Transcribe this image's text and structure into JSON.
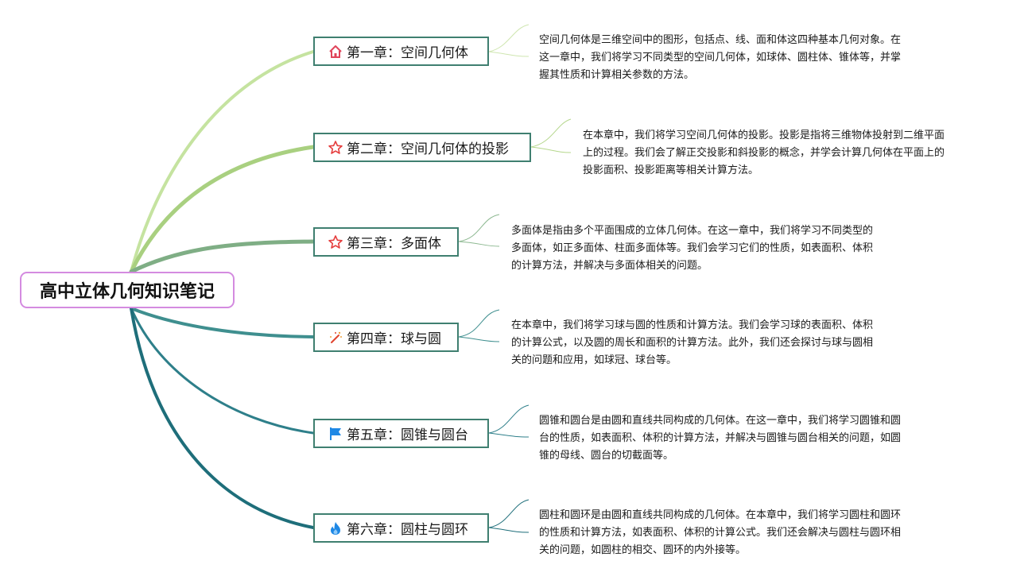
{
  "root": {
    "title": "高中立体几何知识笔记"
  },
  "chapters": [
    {
      "title": "第一章：空间几何体",
      "icon": "home-icon",
      "desc": [
        "空间几何体是三维空间中的图形，包括点、线、面和体这四种基本几何对象。在",
        "这一章中，我们将学习不同类型的空间几何体，如球体、圆柱体、锥体等，并掌",
        "握其性质和计算相关参数的方法。"
      ]
    },
    {
      "title": "第二章：空间几何体的投影",
      "icon": "star-outline-icon",
      "desc": [
        "在本章中，我们将学习空间几何体的投影。投影是指将三维物体投射到二维平面",
        "上的过程。我们会了解正交投影和斜投影的概念，并学会计算几何体在平面上的",
        "投影面积、投影距离等相关计算方法。"
      ]
    },
    {
      "title": "第三章：多面体",
      "icon": "star-outline-icon",
      "desc": [
        "多面体是指由多个平面围成的立体几何体。在这一章中，我们将学习不同类型的",
        "多面体，如正多面体、柱面多面体等。我们会学习它们的性质，如表面积、体积",
        "的计算方法，并解决与多面体相关的问题。"
      ]
    },
    {
      "title": "第四章：球与圆",
      "icon": "magic-wand-icon",
      "desc": [
        "在本章中，我们将学习球与圆的性质和计算方法。我们会学习球的表面积、体积",
        "的计算公式，以及圆的周长和面积的计算方法。此外，我们还会探讨与球与圆相",
        "关的问题和应用，如球冠、球台等。"
      ]
    },
    {
      "title": "第五章：圆锥与圆台",
      "icon": "flag-icon",
      "desc": [
        "圆锥和圆台是由圆和直线共同构成的几何体。在这一章中，我们将学习圆锥和圆",
        "台的性质，如表面积、体积的计算方法，并解决与圆锥与圆台相关的问题，如圆",
        "锥的母线、圆台的切截面等。"
      ]
    },
    {
      "title": "第六章：圆柱与圆环",
      "icon": "flame-icon",
      "desc": [
        "圆柱和圆环是由圆和直线共同构成的几何体。在本章中，我们将学习圆柱和圆环",
        "的性质和计算方法，如表面积、体积的计算公式。我们还会解决与圆柱与圆环相",
        "关的问题，如圆柱的相交、圆环的内外接等。"
      ]
    }
  ],
  "colors": {
    "root_border": "#d48be0",
    "chapter_border": "#3f7f70",
    "branches": [
      "#c5e3a0",
      "#a9d080",
      "#7fae85",
      "#3f8f8f",
      "#2e7f8a",
      "#1e6e7a"
    ]
  }
}
